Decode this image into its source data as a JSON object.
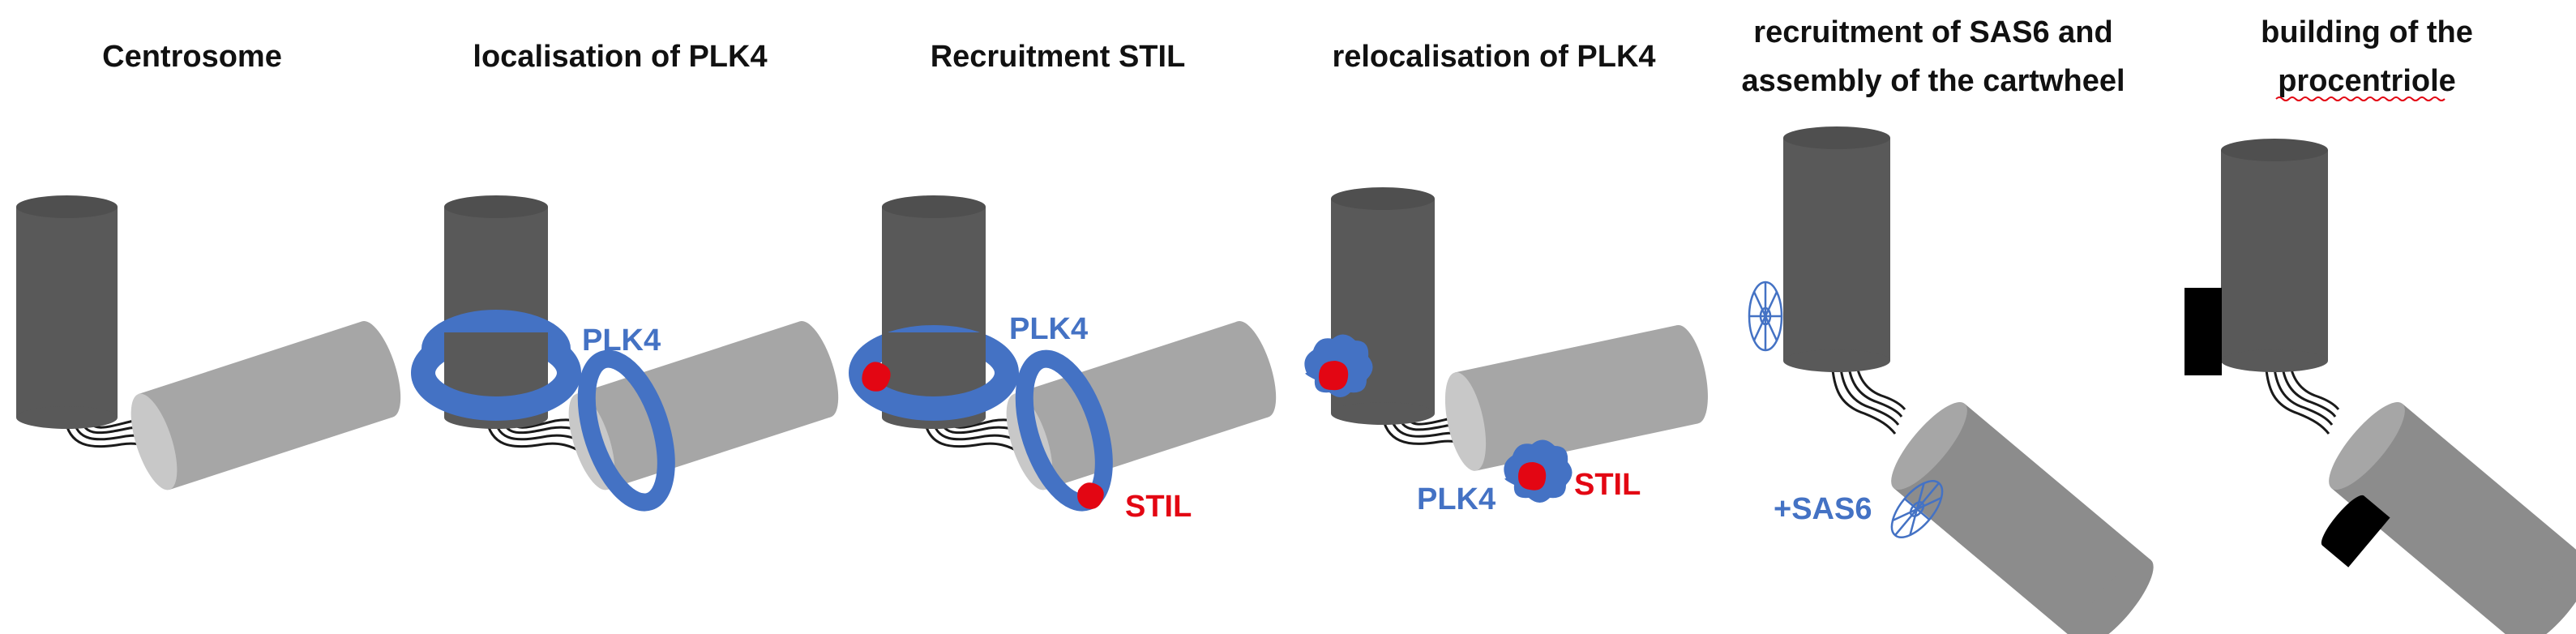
{
  "colors": {
    "mother_centriole": "#595959",
    "mother_top": "#4f4f4f",
    "daughter_centriole": "#a6a6a6",
    "daughter_end": "#c8c8c8",
    "plk4": "#4472C4",
    "stil": "#E30613",
    "linker": "#1a1a1a",
    "procentriole": "#000000"
  },
  "panels": [
    {
      "title_lines": [
        "Centrosome"
      ]
    },
    {
      "title_lines": [
        "localisation of PLK4"
      ]
    },
    {
      "title_lines": [
        "Recruitment STIL"
      ]
    },
    {
      "title_lines": [
        "relocalisation of PLK4"
      ]
    },
    {
      "title_lines": [
        "recruitment of SAS6 and",
        "assembly of the cartwheel"
      ]
    },
    {
      "title_lines": [
        "building of the",
        "procentriole"
      ]
    }
  ],
  "labels": {
    "plk4": "PLK4",
    "stil": "STIL",
    "sas6": "+SAS6"
  }
}
